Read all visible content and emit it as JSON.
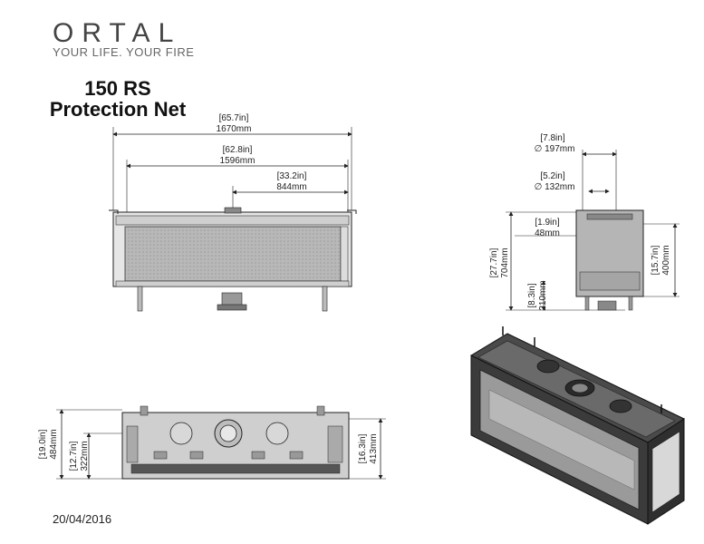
{
  "brand": {
    "logo_text": "ORTAL",
    "tagline": "YOUR LIFE. YOUR FIRE"
  },
  "title": {
    "line1": "150 RS",
    "line2": "Protection Net"
  },
  "front_view": {
    "overall_width_in": "[65.7in]",
    "overall_width_mm": "1670mm",
    "glass_width_in": "[62.8in]",
    "glass_width_mm": "1596mm",
    "flue_offset_in": "[33.2in]",
    "flue_offset_mm": "844mm"
  },
  "side_view": {
    "flue_outer_in": "[7.8in]",
    "flue_outer_mm": "∅ 197mm",
    "flue_inner_in": "[5.2in]",
    "flue_inner_mm": "∅ 132mm",
    "flue_setback_in": "[1.9in]",
    "flue_setback_mm": "48mm",
    "total_height_in": "[27.7in]",
    "total_height_mm": "704mm",
    "box_height_in": "[15.7in]",
    "box_height_mm": "400mm",
    "leg_height_in": "[8.3in]",
    "leg_height_mm": "210mm"
  },
  "top_view": {
    "depth_in": "[19.0in]",
    "depth_mm": "484mm",
    "flue_center_in": "[12.7in]",
    "flue_center_mm": "322mm",
    "inner_depth_in": "[16.3in]",
    "inner_depth_mm": "413mm"
  },
  "date": "20/04/2016",
  "colors": {
    "line": "#222222",
    "glass": "#b3b3b3",
    "body": "#cfcfcf",
    "dark": "#3a3a3a"
  }
}
